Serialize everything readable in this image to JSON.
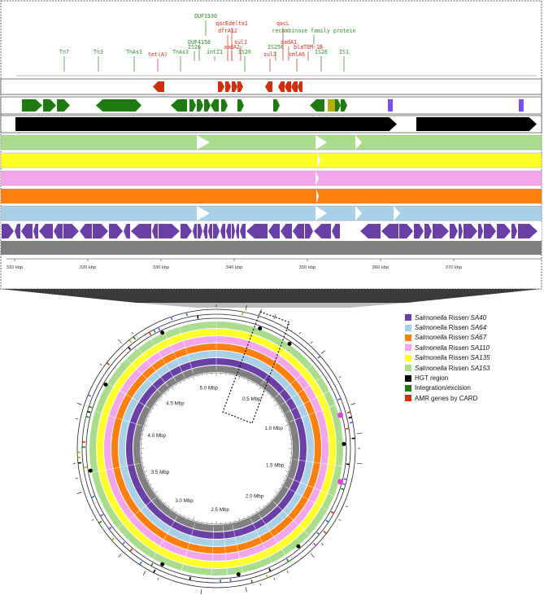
{
  "genes_green": [
    "Tn7",
    "Tn3",
    "TnAs1",
    "TnAs3",
    "DUF4158",
    "IS26",
    "DUF3330",
    "intI1",
    "IS26",
    "IS256",
    "recombinase family protein",
    "IS26",
    "IS1"
  ],
  "genes_red": [
    "tet(A)",
    "dfrA12",
    "qacEdelta1",
    "aadA2",
    "sul1",
    "sul3",
    "qacL",
    "aadA1",
    "cmlA6",
    "blaTEM-1B"
  ],
  "axis_ticks": [
    "310 kbp",
    "320 kbp",
    "330 kbp",
    "340 kbp",
    "350 kbp",
    "360 kbp",
    "370 kbp"
  ],
  "ring_scale": [
    "0.5 Mbp",
    "1.0 Mbp",
    "1.5 Mbp",
    "2.0 Mbp",
    "2.5 Mbp",
    "3.0 Mbp",
    "3.5 Mbp",
    "4.0 Mbp",
    "4.5 Mbp",
    "5.0 Mbp"
  ],
  "colors": {
    "SA40": "#6a3fa6",
    "SA64": "#a8d0e6",
    "SA67": "#ff7f0e",
    "SA110": "#f4a6ec",
    "SA135": "#ffff2a",
    "SA153": "#aadc8e",
    "HGT": "#000000",
    "integration": "#1f7a12",
    "AMR": "#d03010",
    "backbone": "#808080",
    "gene_label_green": "#2e8b2e",
    "gene_label_red": "#d42a1a"
  },
  "legend": [
    {
      "genus": "Salmonella",
      "mid": " Rissen ",
      "strain": "SA40",
      "color": "#6a3fa6"
    },
    {
      "genus": "Salmonella",
      "mid": " Rissen ",
      "strain": "SA64",
      "color": "#a8d0e6"
    },
    {
      "genus": "Salmonella",
      "mid": " Rissen ",
      "strain": "SA67",
      "color": "#ff7f0e"
    },
    {
      "genus": "Salmonella",
      "mid": " Rissen ",
      "strain": "SA110",
      "color": "#f4a6ec"
    },
    {
      "genus": "Salmonella",
      "mid": " Rissen ",
      "strain": "SA135",
      "color": "#ffff2a"
    },
    {
      "genus": "Salmonella",
      "mid": " Rissen ",
      "strain": "SA153",
      "color": "#aadc8e"
    },
    {
      "label": "HGT region",
      "color": "#000000"
    },
    {
      "label": "Integration/excision",
      "color": "#1f7a12"
    },
    {
      "label": "AMR genes by CARD",
      "color": "#d03010"
    }
  ]
}
